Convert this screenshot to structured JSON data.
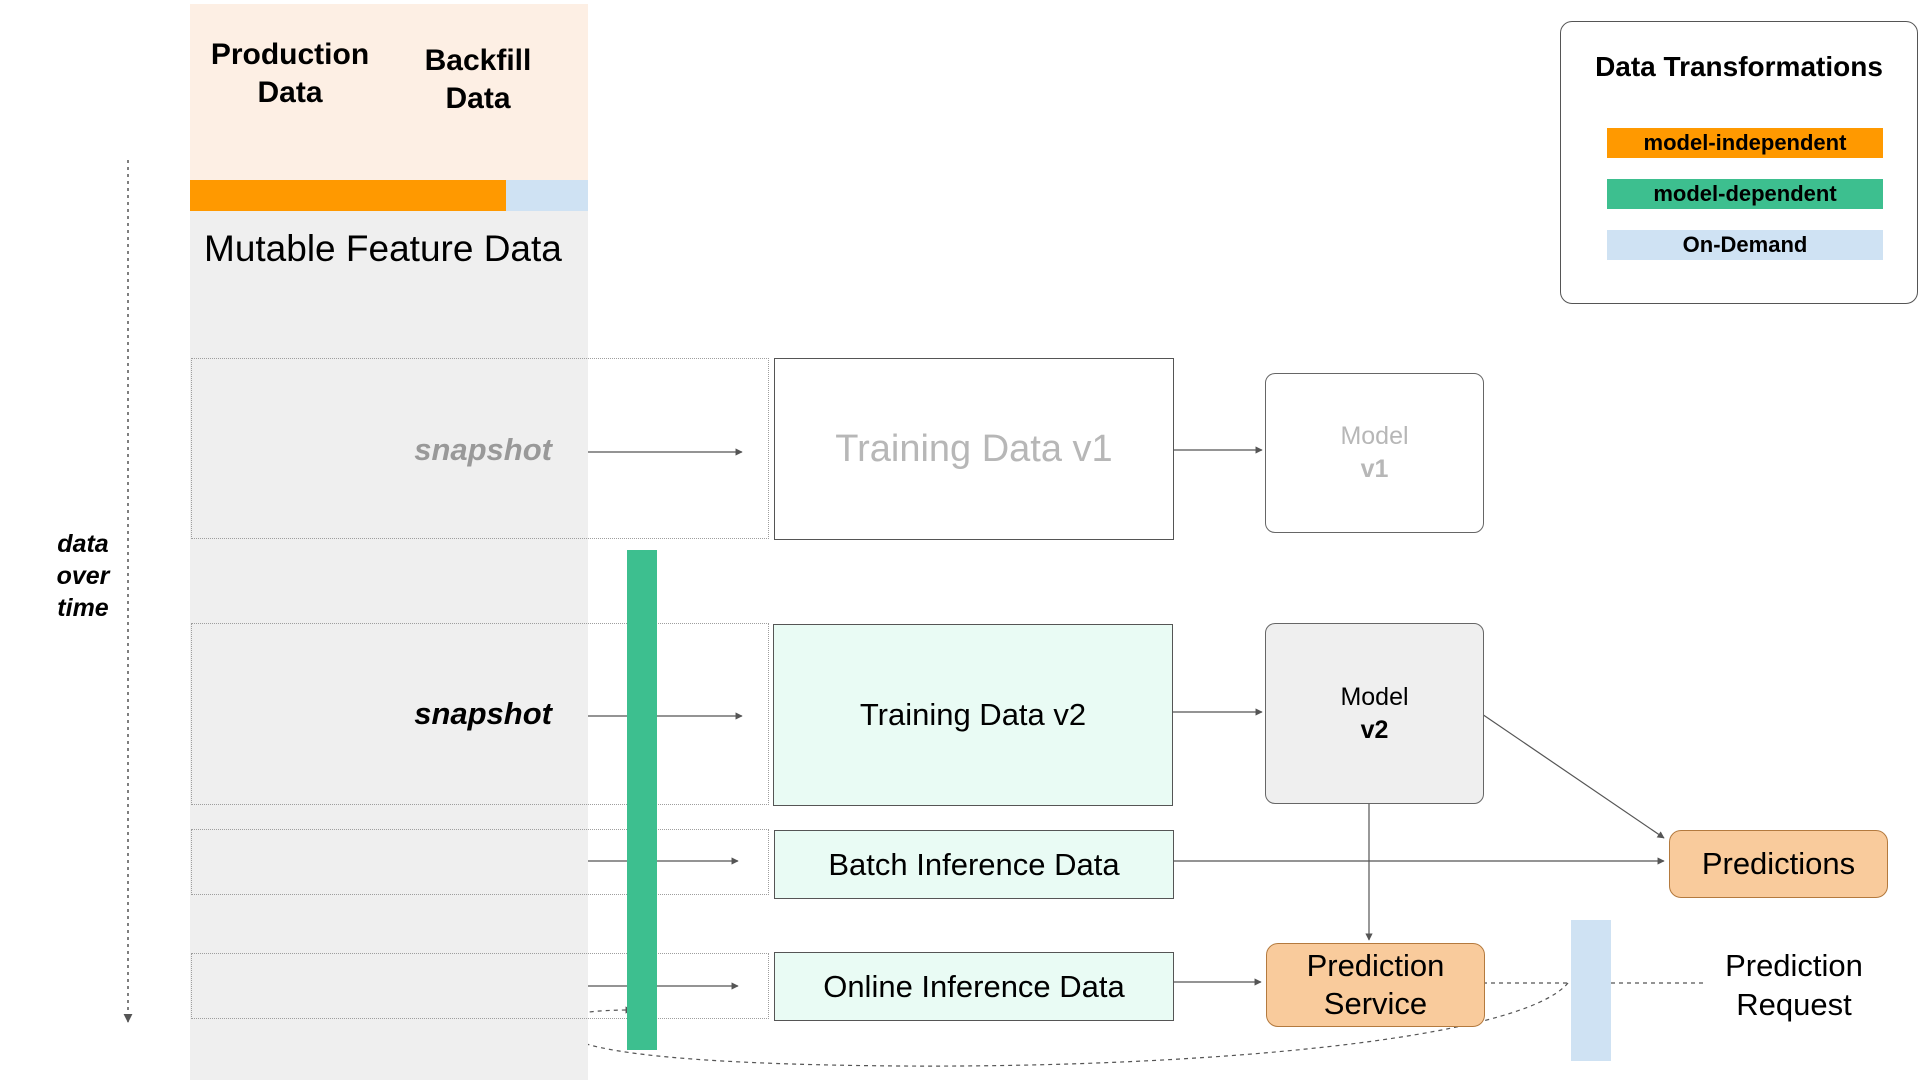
{
  "header": {
    "production": "Production\nData",
    "backfill": "Backfill\nData"
  },
  "feature_column": {
    "title": "Mutable Feature Data"
  },
  "side_label": "data\nover\ntime",
  "snapshots": [
    {
      "label": "snapshot",
      "color": "#999999"
    },
    {
      "label": "snapshot",
      "color": "#000000"
    }
  ],
  "boxes": {
    "training_v1": "Training Data v1",
    "training_v2": "Training Data v2",
    "batch_inference": "Batch Inference Data",
    "online_inference": "Online Inference Data"
  },
  "models": {
    "v1": {
      "name": "Model",
      "version": "v1"
    },
    "v2": {
      "name": "Model",
      "version": "v2"
    }
  },
  "outputs": {
    "predictions": "Predictions",
    "prediction_service": "Prediction\nService",
    "prediction_request": "Prediction\nRequest"
  },
  "legend": {
    "title": "Data Transformations",
    "items": [
      {
        "label": "model-independent",
        "color": "#ff9900"
      },
      {
        "label": "model-dependent",
        "color": "#3dbf8f"
      },
      {
        "label": "On-Demand",
        "color": "#cfe2f3"
      }
    ]
  },
  "colors": {
    "header_bg": "#fdefe4",
    "feature_bg": "#efefef",
    "model_independent": "#ff9900",
    "model_dependent": "#3dbf8f",
    "on_demand": "#cfe2f3",
    "orange_box": "#f9cb9c",
    "green_light": "#e9fbf4"
  }
}
